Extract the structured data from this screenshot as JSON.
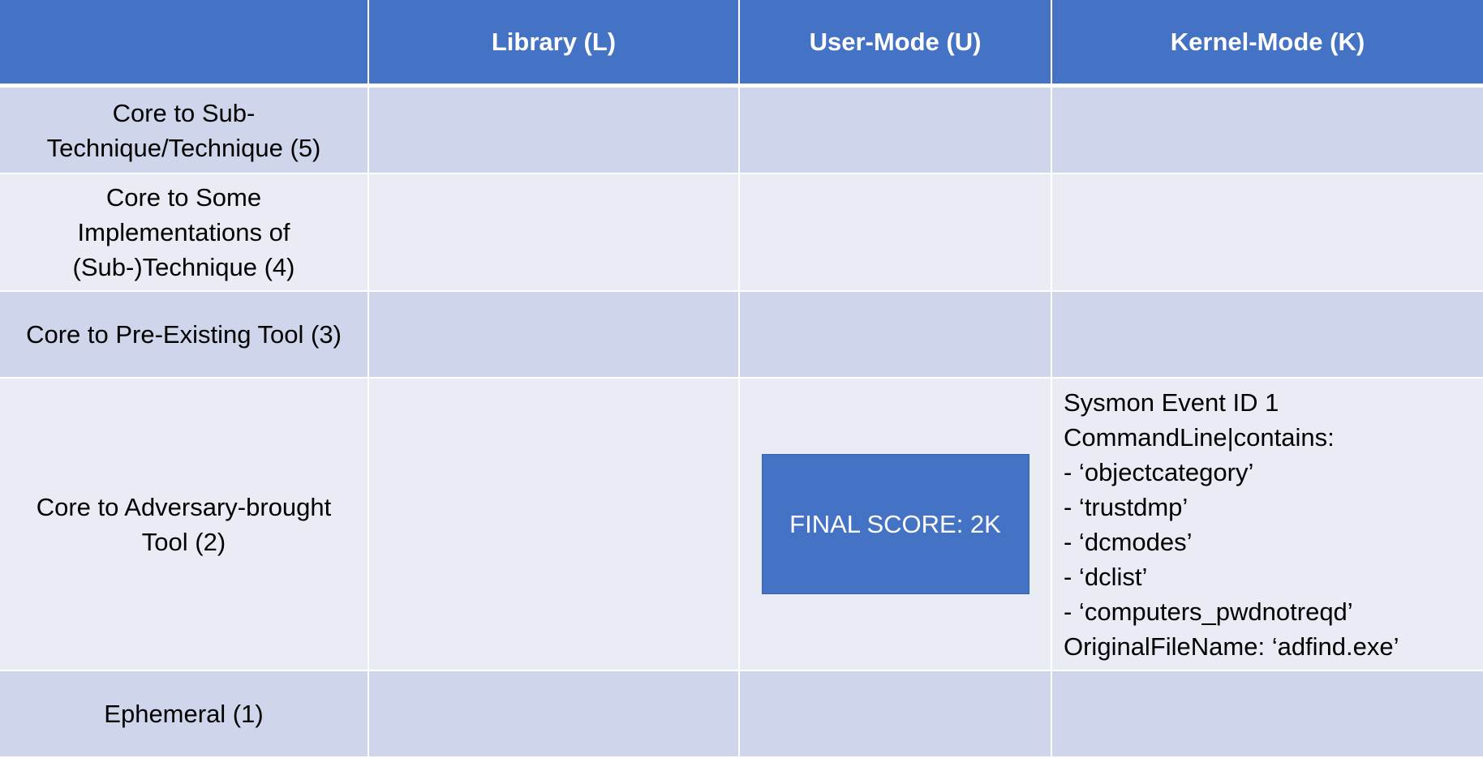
{
  "header": {
    "corner": "",
    "columns": [
      "Library (L)",
      "User-Mode (U)",
      "Kernel-Mode (K)"
    ]
  },
  "rows": [
    {
      "label": "Core to Sub-\nTechnique/Technique (5)"
    },
    {
      "label": "Core to Some\nImplementations of\n(Sub-)Technique (4)"
    },
    {
      "label": "Core to Pre-Existing Tool (3)"
    },
    {
      "label": "Core to Adversary-brought\nTool (2)"
    },
    {
      "label": "Ephemeral (1)"
    }
  ],
  "score_box": {
    "label": "FINAL SCORE: 2K"
  },
  "kernel_detail": {
    "lines": [
      "Sysmon Event ID 1",
      "CommandLine|contains:",
      "- ‘objectcategory’",
      "- ‘trustdmp’",
      "- ‘dcmodes’",
      "- ‘dclist’",
      "- ‘computers_pwdnotreqd’",
      "OriginalFileName: ‘adfind.exe’"
    ]
  },
  "colors": {
    "header": "#4472c4",
    "band_dark": "#cfd5ea",
    "band_light": "#e9ebf5",
    "score_box": "#4472c4"
  }
}
